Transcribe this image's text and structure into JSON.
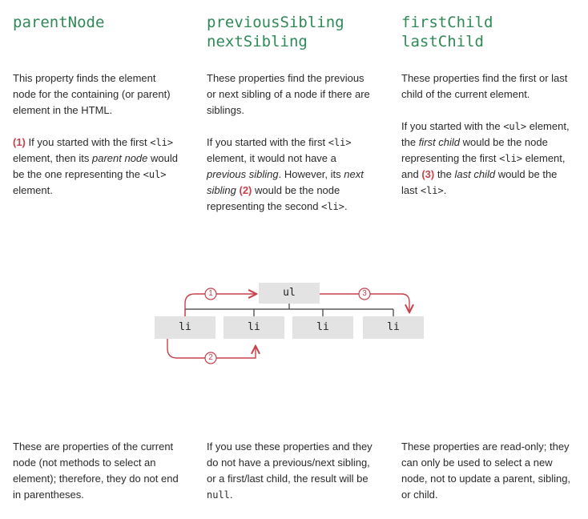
{
  "columns": [
    {
      "heading_line1": "parentNode",
      "heading_line2": "",
      "para1": "This property finds the element node for the containing (or parent) element in the HTML.",
      "para2": {
        "n": "(1)",
        "t1": " If you started with the first ",
        "m1": "<li>",
        "t2": " element, then its ",
        "em1": "parent node",
        "t3": " would be the one representing the ",
        "m2": "<ul>",
        "t4": " element."
      },
      "bottom": "These are properties of the current node (not methods to select an element); therefore, they do not end in parentheses."
    },
    {
      "heading_line1": "previousSibling",
      "heading_line2": "nextSibling",
      "para1": "These properties find the previous or next sibling of a node if there are siblings.",
      "para2": {
        "t1": "If you started with the first ",
        "m1": "<li>",
        "t2": " element, it would not have a ",
        "em1": "previous sibling",
        "t3": ". However, its ",
        "em2": "next sibling",
        "n": "(2)",
        "t4": " would be the node representing the second ",
        "m2": "<li>",
        "t5": "."
      },
      "bottom_t1": "If you use these properties and they do not have a previous/next sibling, or a first/last child, the result will be ",
      "bottom_m": "null",
      "bottom_t2": "."
    },
    {
      "heading_line1": "firstChild",
      "heading_line2": "lastChild",
      "para1": "These properties find the first or last child of the current element.",
      "para2": {
        "t1": "If you started with the ",
        "m1": "<ul>",
        "t2": " element, the ",
        "em1": "first child",
        "t3": " would be the node representing the first ",
        "m2": "<li>",
        "t4": " element, and ",
        "n": "(3)",
        "t5": " the ",
        "em2": "last child",
        "t6": " would be the last ",
        "m3": "<li>",
        "t7": "."
      },
      "bottom": "These properties are read-only; they can only be used to select a new node, not to update a parent, sibling, or child."
    }
  ],
  "diagram": {
    "parent": "ul",
    "children": [
      "li",
      "li",
      "li",
      "li"
    ],
    "markers": [
      "1",
      "2",
      "3"
    ],
    "colors": {
      "arrow": "#c8414b",
      "line": "#3a3a3a",
      "node": "#e3e3e3",
      "heading": "#2f8a57"
    }
  }
}
